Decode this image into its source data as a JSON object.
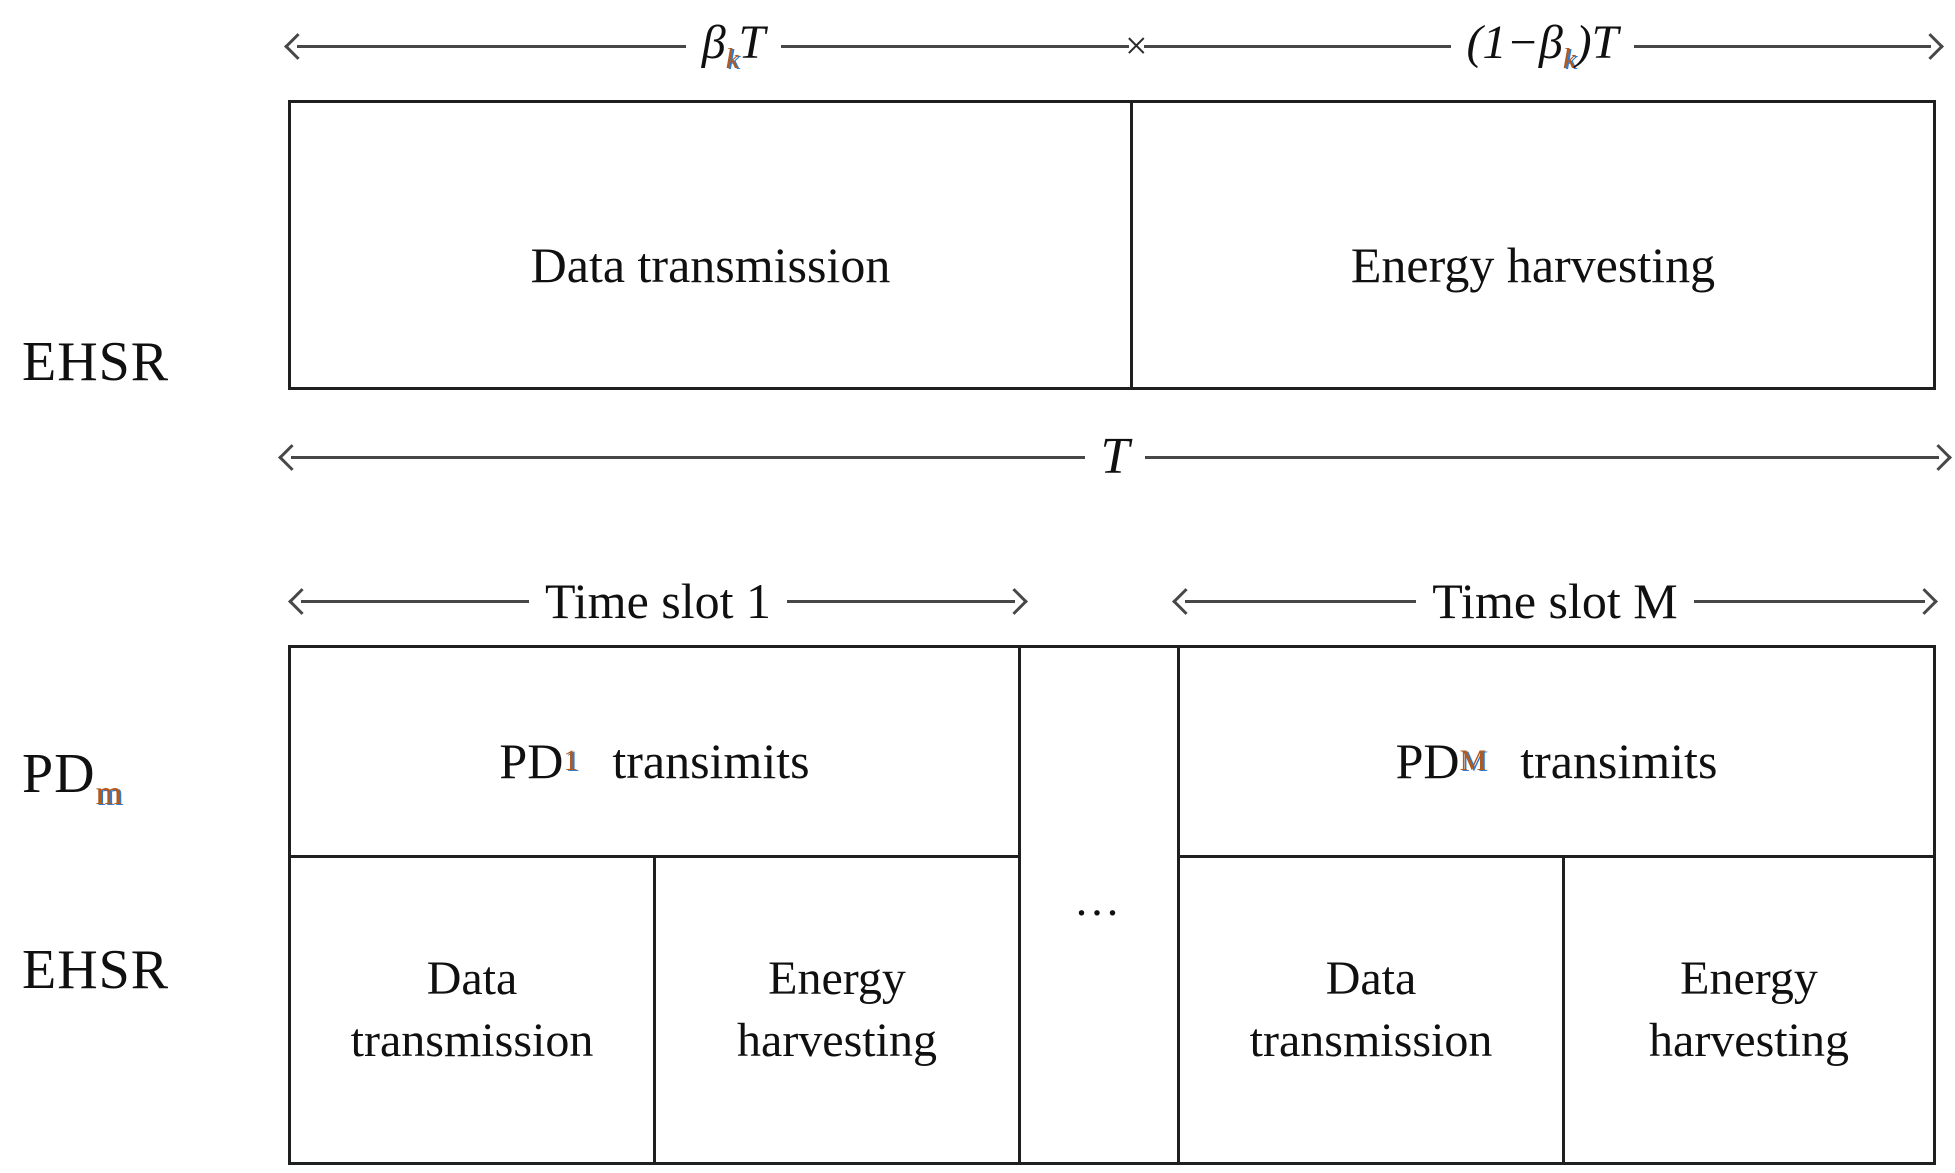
{
  "colors": {
    "line": "#1f1f1f",
    "arrow": "#474747",
    "sub_orange": "#b4591c",
    "sub_blue": "#2f7bd0",
    "bg": "#ffffff",
    "text": "#101010"
  },
  "side_labels": {
    "ehsr_top": "EHSR",
    "pd_base": "PD",
    "pd_sub": "m",
    "ehsr_bottom": "EHSR"
  },
  "top": {
    "beta_arrow": {
      "beta": "β",
      "sub": "k",
      "t": "T"
    },
    "junction": "×",
    "inv_beta_arrow": {
      "open": "(1−",
      "beta": "β",
      "sub": "k",
      "close": ")T"
    },
    "cells": [
      "Data transmission",
      "Energy harvesting"
    ],
    "total_t": "T"
  },
  "slots": {
    "arrow1": "Time slot 1",
    "arrowM": "Time slot M",
    "ellipsis": "...",
    "slot1": {
      "pd_base": "PD",
      "pd_sub": "1",
      "pd_verb": "transimits",
      "cells": [
        {
          "l1": "Data",
          "l2": "transmission"
        },
        {
          "l1": "Energy",
          "l2": "harvesting"
        }
      ]
    },
    "slotM": {
      "pd_base": "PD",
      "pd_sub": "M",
      "pd_verb": "transimits",
      "cells": [
        {
          "l1": "Data",
          "l2": "transmission"
        },
        {
          "l1": "Energy",
          "l2": "harvesting"
        }
      ]
    }
  }
}
